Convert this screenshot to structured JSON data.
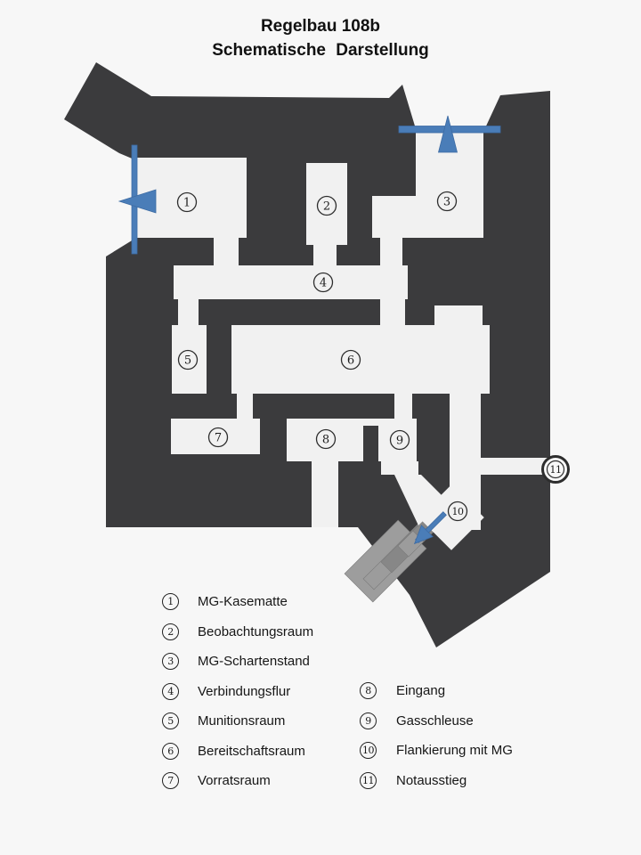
{
  "title": {
    "line1": "Regelbau 108b",
    "line2": "Schematische Darstellung"
  },
  "plan": {
    "markers": [
      {
        "number": "1"
      },
      {
        "number": "2"
      },
      {
        "number": "3"
      },
      {
        "number": "4"
      },
      {
        "number": "5"
      },
      {
        "number": "6"
      },
      {
        "number": "7"
      },
      {
        "number": "8"
      },
      {
        "number": "9"
      },
      {
        "number": "10"
      },
      {
        "number": "11"
      }
    ]
  },
  "legend": {
    "items_left": [
      {
        "number": "1",
        "label": "MG-Kasematte"
      },
      {
        "number": "2",
        "label": "Beobachtungsraum"
      },
      {
        "number": "3",
        "label": "MG-Schartenstand"
      },
      {
        "number": "4",
        "label": "Verbindungsflur"
      },
      {
        "number": "5",
        "label": "Munitionsraum"
      },
      {
        "number": "6",
        "label": "Bereitschaftsraum"
      },
      {
        "number": "7",
        "label": "Vorratsraum"
      }
    ],
    "items_right": [
      {
        "number": "8",
        "label": "Eingang"
      },
      {
        "number": "9",
        "label": "Gasschleuse"
      },
      {
        "number": "10",
        "label": "Flankierung mit MG"
      },
      {
        "number": "11",
        "label": "Notausstieg"
      }
    ]
  },
  "colors": {
    "wall": "#3b3b3d",
    "room": "#f1f1f1",
    "background": "#f7f7f7",
    "accent_blue": "#4a7db8",
    "stair_gray_dark": "#878787",
    "stair_gray_light": "#9c9c9c"
  }
}
